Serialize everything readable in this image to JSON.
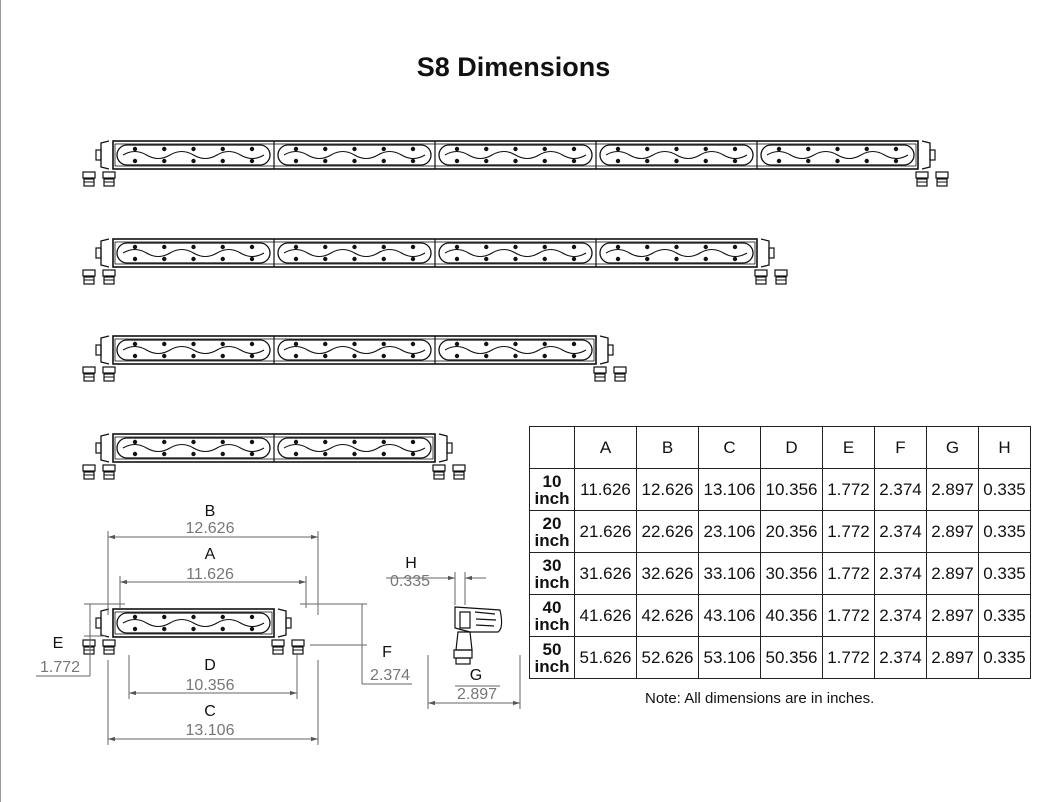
{
  "title": "S8 Dimensions",
  "table": {
    "columns": [
      "",
      "A",
      "B",
      "C",
      "D",
      "E",
      "F",
      "G",
      "H"
    ],
    "rows": [
      {
        "size": [
          "10",
          "inch"
        ],
        "values": [
          "11.626",
          "12.626",
          "13.106",
          "10.356",
          "1.772",
          "2.374",
          "2.897",
          "0.335"
        ]
      },
      {
        "size": [
          "20",
          "inch"
        ],
        "values": [
          "21.626",
          "22.626",
          "23.106",
          "20.356",
          "1.772",
          "2.374",
          "2.897",
          "0.335"
        ]
      },
      {
        "size": [
          "30",
          "inch"
        ],
        "values": [
          "31.626",
          "32.626",
          "33.106",
          "30.356",
          "1.772",
          "2.374",
          "2.897",
          "0.335"
        ]
      },
      {
        "size": [
          "40",
          "inch"
        ],
        "values": [
          "41.626",
          "42.626",
          "43.106",
          "40.356",
          "1.772",
          "2.374",
          "2.897",
          "0.335"
        ]
      },
      {
        "size": [
          "50",
          "inch"
        ],
        "values": [
          "51.626",
          "52.626",
          "53.106",
          "50.356",
          "1.772",
          "2.374",
          "2.897",
          "0.335"
        ]
      }
    ]
  },
  "note": "Note: All dimensions are in inches.",
  "bars": [
    {
      "sections": 5
    },
    {
      "sections": 4
    },
    {
      "sections": 3
    },
    {
      "sections": 2
    },
    {
      "sections": 1
    }
  ],
  "callouts": {
    "B": {
      "letter": "B",
      "value": "12.626"
    },
    "A": {
      "letter": "A",
      "value": "11.626"
    },
    "D": {
      "letter": "D",
      "value": "10.356"
    },
    "C": {
      "letter": "C",
      "value": "13.106"
    },
    "E": {
      "letter": "E",
      "value": "1.772"
    },
    "F": {
      "letter": "F",
      "value": "2.374"
    },
    "H": {
      "letter": "H",
      "value": "0.335"
    },
    "G": {
      "letter": "G",
      "value": "2.897"
    }
  },
  "colors": {
    "ink": "#111111",
    "dim": "#666666"
  }
}
